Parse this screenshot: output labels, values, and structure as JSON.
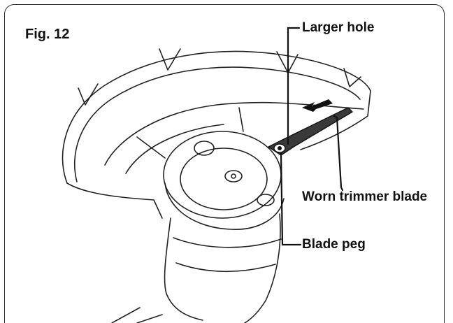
{
  "figure": {
    "label": "Fig. 12"
  },
  "callouts": {
    "larger_hole": "Larger hole",
    "worn_blade": "Worn trimmer blade",
    "blade_peg": "Blade peg"
  }
}
